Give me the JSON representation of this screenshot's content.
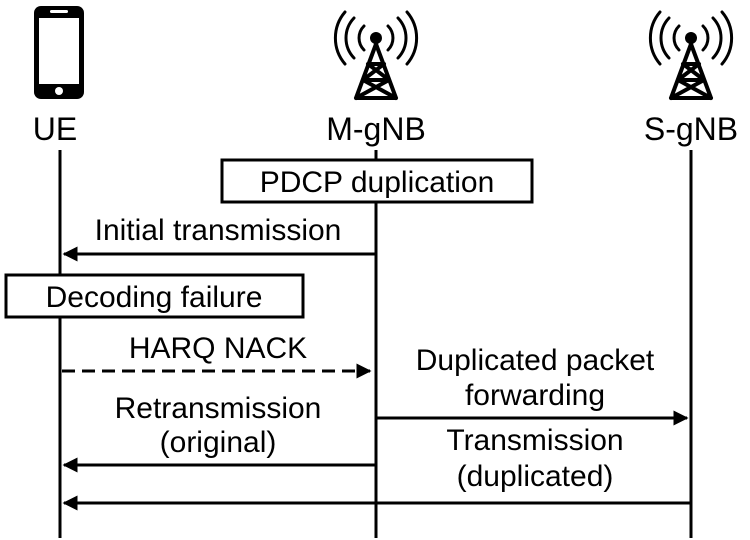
{
  "entities": {
    "ue": "UE",
    "mgnb": "M-gNB",
    "sgnb": "S-gNB"
  },
  "icons": {
    "ue": "smartphone-icon",
    "mgnb": "cell-tower-icon",
    "sgnb": "cell-tower-icon"
  },
  "boxes": {
    "pdcp_duplication": "PDCP duplication",
    "decoding_failure": "Decoding failure"
  },
  "messages": {
    "initial_transmission": "Initial transmission",
    "harq_nack": "HARQ NACK",
    "duplicated_forwarding_line1": "Duplicated packet",
    "duplicated_forwarding_line2": "forwarding",
    "retransmission_line1": "Retransmission",
    "retransmission_line2": "(original)",
    "transmission_line1": "Transmission",
    "transmission_line2": "(duplicated)"
  },
  "colors": {
    "stroke": "#000000",
    "background": "#ffffff"
  }
}
